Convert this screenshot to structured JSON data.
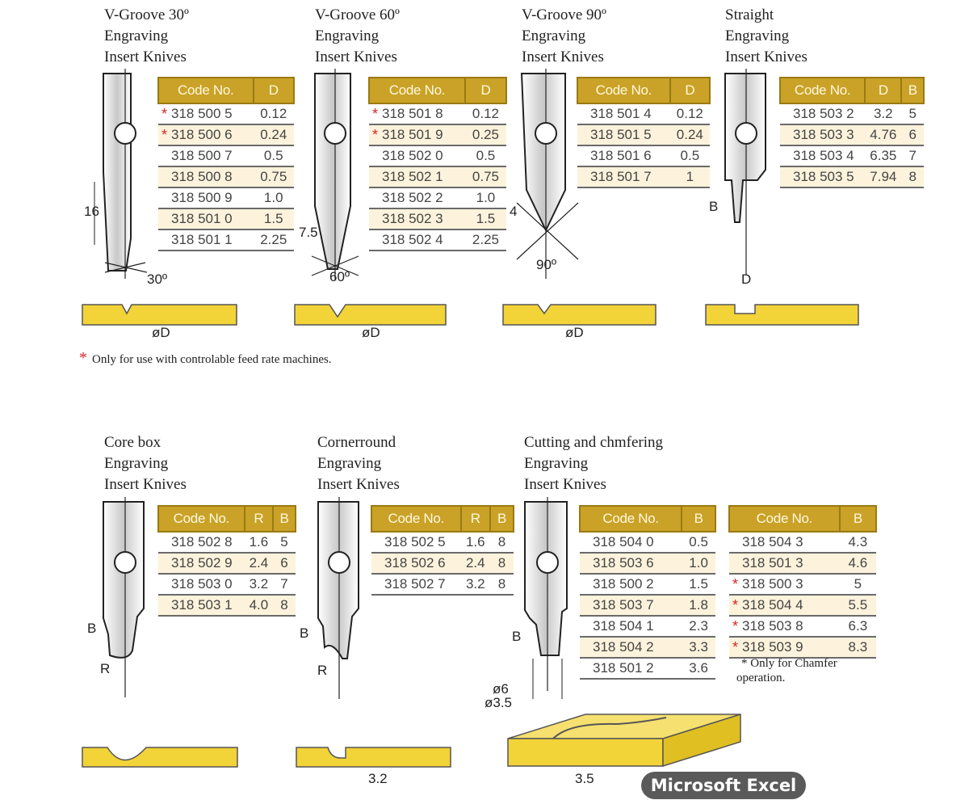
{
  "sections": {
    "vgroove30": {
      "title": [
        "V-Groove 30º",
        "Engraving",
        "Insert Knives"
      ],
      "headers": [
        "Code No.",
        "D"
      ],
      "rows": [
        {
          "star": true,
          "code": "318 500 5",
          "d": "0.12"
        },
        {
          "star": true,
          "code": "318 500 6",
          "d": "0.24"
        },
        {
          "star": false,
          "code": "318 500 7",
          "d": "0.5"
        },
        {
          "star": false,
          "code": "318 500 8",
          "d": "0.75"
        },
        {
          "star": false,
          "code": "318 500 9",
          "d": "1.0"
        },
        {
          "star": false,
          "code": "318 501 0",
          "d": "1.5"
        },
        {
          "star": false,
          "code": "318 501 1",
          "d": "2.25"
        }
      ],
      "dims": {
        "length": "16",
        "angle": "30º",
        "dia": "øD"
      }
    },
    "vgroove60": {
      "title": [
        "V-Groove 60º",
        "Engraving",
        "Insert Knives"
      ],
      "headers": [
        "Code No.",
        "D"
      ],
      "rows": [
        {
          "star": true,
          "code": "318 501 8",
          "d": "0.12"
        },
        {
          "star": true,
          "code": "318 501 9",
          "d": "0.25"
        },
        {
          "star": false,
          "code": "318 502 0",
          "d": "0.5"
        },
        {
          "star": false,
          "code": "318 502 1",
          "d": "0.75"
        },
        {
          "star": false,
          "code": "318 502 2",
          "d": "1.0"
        },
        {
          "star": false,
          "code": "318 502 3",
          "d": "1.5"
        },
        {
          "star": false,
          "code": "318 502 4",
          "d": "2.25"
        }
      ],
      "dims": {
        "length": "7.5",
        "angle": "60º",
        "dia": "øD"
      }
    },
    "vgroove90": {
      "title": [
        "V-Groove 90º",
        "Engraving",
        "Insert Knives"
      ],
      "headers": [
        "Code No.",
        "D"
      ],
      "rows": [
        {
          "star": false,
          "code": "318 501 4",
          "d": "0.12"
        },
        {
          "star": false,
          "code": "318 501 5",
          "d": "0.24"
        },
        {
          "star": false,
          "code": "318 501 6",
          "d": "0.5"
        },
        {
          "star": false,
          "code": "318 501 7",
          "d": "1"
        }
      ],
      "dims": {
        "length": "4",
        "angle": "90º",
        "dia": "øD"
      }
    },
    "straight": {
      "title": [
        "Straight",
        "Engraving",
        "Insert Knives"
      ],
      "headers": [
        "Code No.",
        "D",
        "B"
      ],
      "rows": [
        {
          "code": "318 503 2",
          "d": "3.2",
          "b": "5"
        },
        {
          "code": "318 503 3",
          "d": "4.76",
          "b": "6"
        },
        {
          "code": "318 503 4",
          "d": "6.35",
          "b": "7"
        },
        {
          "code": "318 503 5",
          "d": "7.94",
          "b": "8"
        }
      ],
      "dims": {
        "b": "B",
        "d": "D"
      }
    },
    "corebox": {
      "title": [
        "Core box",
        "Engraving",
        "Insert Knives"
      ],
      "headers": [
        "Code No.",
        "R",
        "B"
      ],
      "rows": [
        {
          "code": "318 502 8",
          "r": "1.6",
          "b": "5"
        },
        {
          "code": "318 502 9",
          "r": "2.4",
          "b": "6"
        },
        {
          "code": "318 503 0",
          "r": "3.2",
          "b": "7"
        },
        {
          "code": "318 503 1",
          "r": "4.0",
          "b": "8"
        }
      ],
      "dims": {
        "b": "B",
        "r": "R"
      }
    },
    "cornerround": {
      "title": [
        "Cornerround",
        "Engraving",
        "Insert Knives"
      ],
      "headers": [
        "Code No.",
        "R",
        "B"
      ],
      "rows": [
        {
          "code": "318 502 5",
          "r": "1.6",
          "b": "8"
        },
        {
          "code": "318 502 6",
          "r": "2.4",
          "b": "8"
        },
        {
          "code": "318 502 7",
          "r": "3.2",
          "b": "8"
        }
      ],
      "dims": {
        "b": "B",
        "r": "R",
        "width": "3.2"
      }
    },
    "cutting": {
      "title": [
        "Cutting and chmfering",
        "Engraving",
        "Insert Knives"
      ],
      "headers": [
        "Code No.",
        "B"
      ],
      "rows": [
        {
          "star": false,
          "code": "318 504 0",
          "b": "0.5"
        },
        {
          "star": false,
          "code": "318 503 6",
          "b": "1.0"
        },
        {
          "star": false,
          "code": "318 500 2",
          "b": "1.5"
        },
        {
          "star": false,
          "code": "318 503 7",
          "b": "1.8"
        },
        {
          "star": false,
          "code": "318 504 1",
          "b": "2.3"
        },
        {
          "star": false,
          "code": "318 504 2",
          "b": "3.3"
        },
        {
          "star": false,
          "code": "318 501 2",
          "b": "3.6"
        }
      ],
      "rows2": [
        {
          "star": false,
          "code": "318 504 3",
          "b": "4.3"
        },
        {
          "star": false,
          "code": "318 501 3",
          "b": "4.6"
        },
        {
          "star": true,
          "code": "318 500 3",
          "b": "5"
        },
        {
          "star": true,
          "code": "318 504 4",
          "b": "5.5"
        },
        {
          "star": true,
          "code": "318 503 8",
          "b": "6.3"
        },
        {
          "star": true,
          "code": "318 503 9",
          "b": "8.3"
        }
      ],
      "note": [
        "* Only for Chamfer",
        "operation."
      ],
      "dims": {
        "b": "B",
        "d6": "ø6",
        "d35": "ø3.5",
        "width": "3.5"
      }
    }
  },
  "footnote": "Only for use with controlable feed rate machines.",
  "star_symbol": "*",
  "badge": "Microsoft Excel",
  "colors": {
    "header": "#c9a227",
    "row_alt": "#fdf3dc",
    "wood": "#f2d338",
    "star": "#dd2222"
  }
}
